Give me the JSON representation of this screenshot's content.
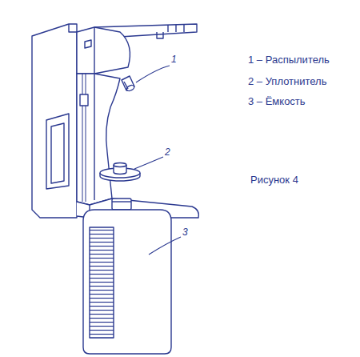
{
  "diagram": {
    "caption": "Рисунок 4",
    "labels": [
      "1",
      "2",
      "3",
      "1 – Распылитель",
      "2 – Уплотнитель",
      "3 – Ёмкость"
    ]
  }
}
